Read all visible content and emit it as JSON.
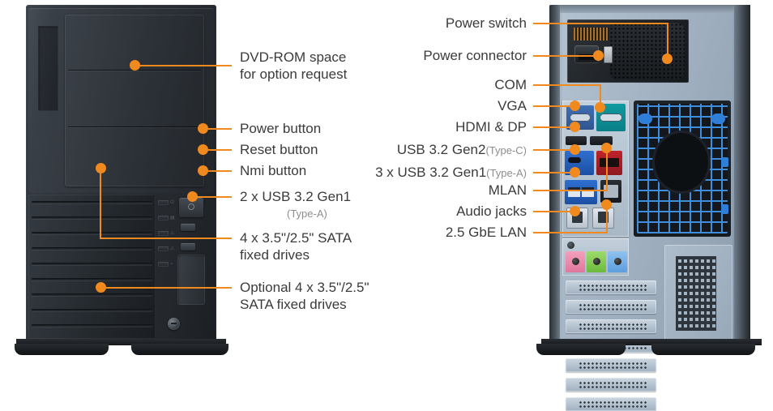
{
  "diagram": {
    "title": "Tower server front and rear panel callout diagram",
    "accent_color": "#f08a1e",
    "text_color": "#3b3b3b",
    "sub_text_color": "#8d8d8d"
  },
  "front": {
    "view_name": "front-view",
    "callouts": [
      {
        "id": "dvd-rom",
        "line1": "DVD-ROM space",
        "line2": "for option request"
      },
      {
        "id": "power-button",
        "line1": "Power button",
        "line2": ""
      },
      {
        "id": "reset-button",
        "line1": "Reset button",
        "line2": ""
      },
      {
        "id": "nmi-button",
        "line1": "Nmi button",
        "line2": ""
      },
      {
        "id": "front-usb",
        "line1": "2 x USB 3.2 Gen1",
        "line2": "(Type-A)"
      },
      {
        "id": "sata-fixed-drives",
        "line1": "4 x 3.5\"/2.5\" SATA",
        "line2": "fixed drives"
      },
      {
        "id": "optional-sata-drives",
        "line1": "Optional 4 x 3.5\"/2.5\"",
        "line2": "SATA fixed drives"
      }
    ]
  },
  "rear": {
    "view_name": "rear-view",
    "callouts": [
      {
        "id": "power-switch",
        "label": "Power switch",
        "sub": ""
      },
      {
        "id": "power-connector",
        "label": "Power connector",
        "sub": ""
      },
      {
        "id": "com",
        "label": "COM",
        "sub": ""
      },
      {
        "id": "vga",
        "label": "VGA",
        "sub": ""
      },
      {
        "id": "hdmi-dp",
        "label": "HDMI & DP",
        "sub": ""
      },
      {
        "id": "usb-gen2-typec",
        "label": "USB 3.2 Gen2",
        "sub": "(Type-C)"
      },
      {
        "id": "usb-gen1-typea",
        "label": "3 x USB 3.2 Gen1",
        "sub": "(Type-A)"
      },
      {
        "id": "mlan",
        "label": "MLAN",
        "sub": ""
      },
      {
        "id": "audio-jacks",
        "label": "Audio jacks",
        "sub": ""
      },
      {
        "id": "gbe-lan",
        "label": "2.5 GbE LAN",
        "sub": ""
      }
    ]
  }
}
